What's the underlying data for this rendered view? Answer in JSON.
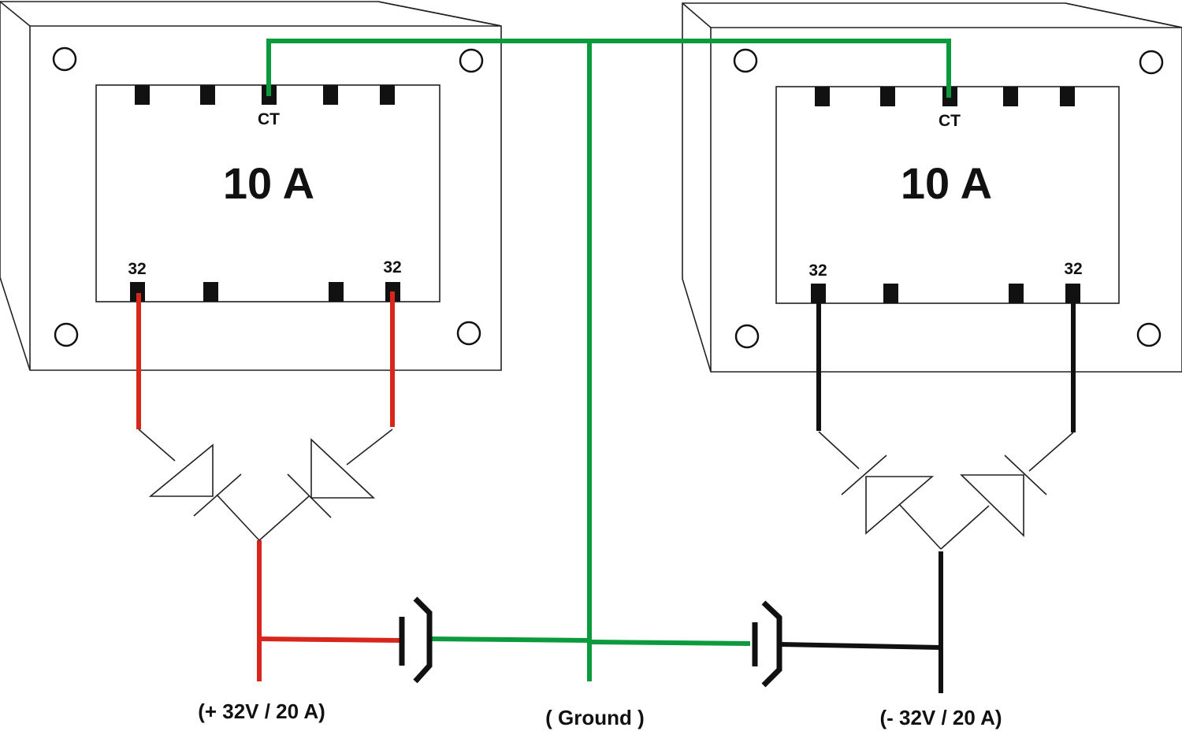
{
  "colors": {
    "positive_wire": "#d9261c",
    "negative_wire": "#111111",
    "ground_wire": "#0b9a3c"
  },
  "transformers": [
    {
      "rating": "10 A",
      "center_tap_label": "CT",
      "left_tap_label": "32",
      "right_tap_label": "32"
    },
    {
      "rating": "10 A",
      "center_tap_label": "CT",
      "left_tap_label": "32",
      "right_tap_label": "32"
    }
  ],
  "outputs": {
    "positive": "(+ 32V / 20 A)",
    "ground": "( Ground )",
    "negative": "(- 32V / 20 A)"
  }
}
